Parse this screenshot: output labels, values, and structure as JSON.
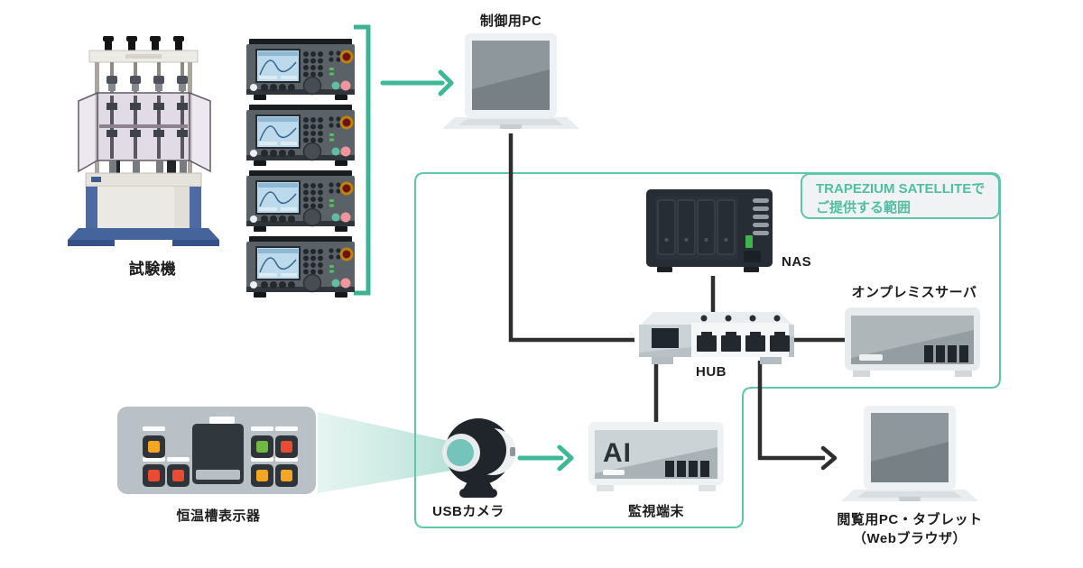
{
  "colors": {
    "accent_teal": "#3fb897",
    "scope_border": "#5fc6aa",
    "scope_text": "#4fbfa3",
    "scope_box_bg": "#f0f2f3",
    "wire_black": "#2e2e2e",
    "label_text": "#1c1c1c",
    "nas_led_green": "#3fb54b",
    "button_orange": "#f5a623",
    "button_red": "#ea4b33",
    "button_green": "#71b944"
  },
  "scope_note": {
    "line1": "TRAPEZIUM SATELLITEで",
    "line2": "ご提供する範囲"
  },
  "labels": {
    "test_machine": "試験機",
    "control_pc": "制御用PC",
    "nas": "NAS",
    "hub": "HUB",
    "onprem_server": "オンプレミスサーバ",
    "chamber_display": "恒温槽表示器",
    "usb_camera": "USBカメラ",
    "monitor_terminal": "監視端末",
    "viewer_line1": "閲覧用PC・タブレット",
    "viewer_line2": "（Webブラウザ）",
    "ai_badge": "AI"
  }
}
